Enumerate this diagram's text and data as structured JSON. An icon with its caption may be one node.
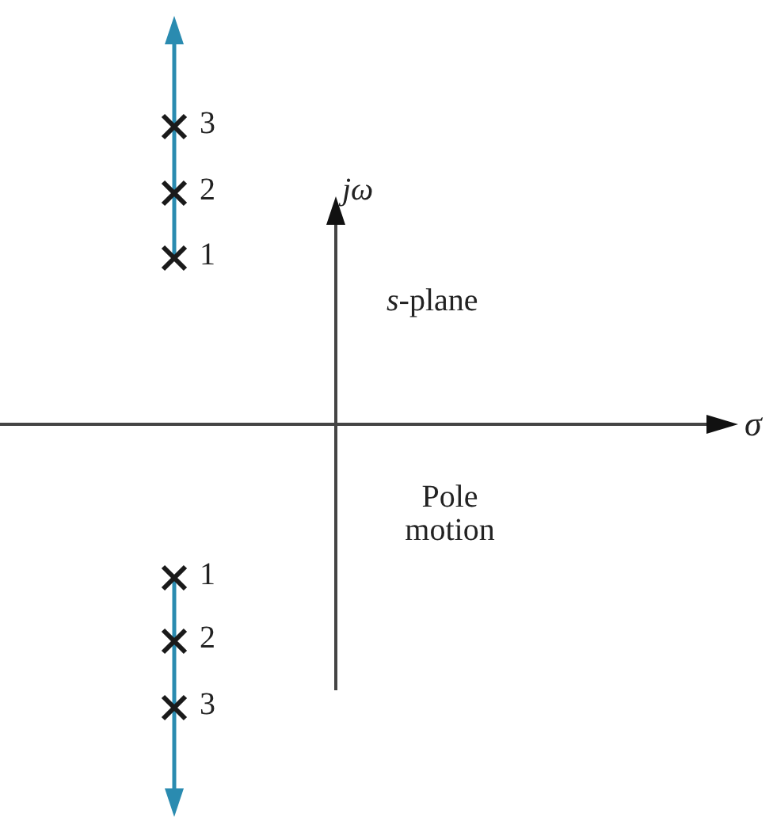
{
  "diagram": {
    "labels": [
      "3",
      "2",
      "1",
      "jω",
      "*s*-plane",
      "σ",
      "Pole motion",
      "1",
      "2",
      "3"
    ]
  }
}
